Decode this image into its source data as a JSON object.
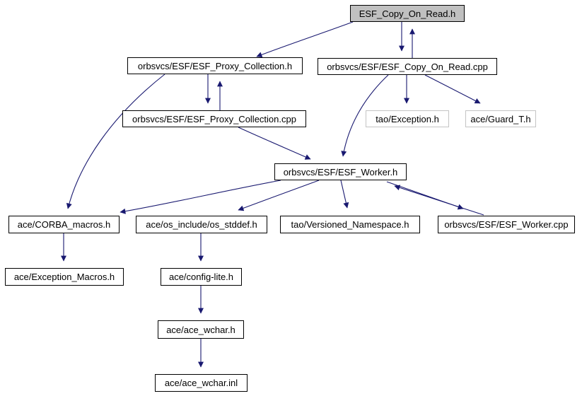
{
  "diagram": {
    "type": "include-dependency-graph",
    "root": "ESF_Copy_On_Read.h",
    "colors": {
      "edge": "#191970",
      "node_border": "#000000",
      "external_node_border": "#c4c4c4",
      "root_fill": "#c0c0c0",
      "background": "#ffffff",
      "text": "#000000"
    },
    "nodes": [
      {
        "id": "esf-copy-on-read-h",
        "label": "ESF_Copy_On_Read.h",
        "kind": "root"
      },
      {
        "id": "esf-proxy-collection-h",
        "label": "orbsvcs/ESF/ESF_Proxy_Collection.h",
        "kind": "internal"
      },
      {
        "id": "esf-copy-on-read-cpp",
        "label": "orbsvcs/ESF/ESF_Copy_On_Read.cpp",
        "kind": "internal"
      },
      {
        "id": "esf-proxy-collection-cpp",
        "label": "orbsvcs/ESF/ESF_Proxy_Collection.cpp",
        "kind": "internal"
      },
      {
        "id": "tao-exception-h",
        "label": "tao/Exception.h",
        "kind": "external"
      },
      {
        "id": "ace-guard-t-h",
        "label": "ace/Guard_T.h",
        "kind": "external"
      },
      {
        "id": "esf-worker-h",
        "label": "orbsvcs/ESF/ESF_Worker.h",
        "kind": "internal"
      },
      {
        "id": "ace-corba-macros-h",
        "label": "ace/CORBA_macros.h",
        "kind": "internal"
      },
      {
        "id": "ace-os-stddef-h",
        "label": "ace/os_include/os_stddef.h",
        "kind": "internal"
      },
      {
        "id": "tao-versioned-namespace-h",
        "label": "tao/Versioned_Namespace.h",
        "kind": "internal"
      },
      {
        "id": "esf-worker-cpp",
        "label": "orbsvcs/ESF/ESF_Worker.cpp",
        "kind": "internal"
      },
      {
        "id": "ace-exception-macros-h",
        "label": "ace/Exception_Macros.h",
        "kind": "internal"
      },
      {
        "id": "ace-config-lite-h",
        "label": "ace/config-lite.h",
        "kind": "internal"
      },
      {
        "id": "ace-ace-wchar-h",
        "label": "ace/ace_wchar.h",
        "kind": "internal"
      },
      {
        "id": "ace-ace-wchar-inl",
        "label": "ace/ace_wchar.inl",
        "kind": "internal"
      }
    ],
    "edges": [
      {
        "from": "ESF_Copy_On_Read.h",
        "to": "orbsvcs/ESF/ESF_Proxy_Collection.h"
      },
      {
        "from": "ESF_Copy_On_Read.h",
        "to": "orbsvcs/ESF/ESF_Copy_On_Read.cpp"
      },
      {
        "from": "orbsvcs/ESF/ESF_Copy_On_Read.cpp",
        "to": "ESF_Copy_On_Read.h"
      },
      {
        "from": "orbsvcs/ESF/ESF_Proxy_Collection.h",
        "to": "orbsvcs/ESF/ESF_Proxy_Collection.cpp"
      },
      {
        "from": "orbsvcs/ESF/ESF_Proxy_Collection.cpp",
        "to": "orbsvcs/ESF/ESF_Proxy_Collection.h"
      },
      {
        "from": "orbsvcs/ESF/ESF_Proxy_Collection.h",
        "to": "ace/CORBA_macros.h"
      },
      {
        "from": "orbsvcs/ESF/ESF_Copy_On_Read.cpp",
        "to": "tao/Exception.h"
      },
      {
        "from": "orbsvcs/ESF/ESF_Copy_On_Read.cpp",
        "to": "ace/Guard_T.h"
      },
      {
        "from": "orbsvcs/ESF/ESF_Copy_On_Read.cpp",
        "to": "orbsvcs/ESF/ESF_Worker.h"
      },
      {
        "from": "orbsvcs/ESF/ESF_Proxy_Collection.cpp",
        "to": "orbsvcs/ESF/ESF_Worker.h"
      },
      {
        "from": "orbsvcs/ESF/ESF_Worker.h",
        "to": "ace/CORBA_macros.h"
      },
      {
        "from": "orbsvcs/ESF/ESF_Worker.h",
        "to": "ace/os_include/os_stddef.h"
      },
      {
        "from": "orbsvcs/ESF/ESF_Worker.h",
        "to": "tao/Versioned_Namespace.h"
      },
      {
        "from": "orbsvcs/ESF/ESF_Worker.h",
        "to": "orbsvcs/ESF/ESF_Worker.cpp"
      },
      {
        "from": "orbsvcs/ESF/ESF_Worker.cpp",
        "to": "orbsvcs/ESF/ESF_Worker.h"
      },
      {
        "from": "ace/CORBA_macros.h",
        "to": "ace/Exception_Macros.h"
      },
      {
        "from": "ace/os_include/os_stddef.h",
        "to": "ace/config-lite.h"
      },
      {
        "from": "ace/config-lite.h",
        "to": "ace/ace_wchar.h"
      },
      {
        "from": "ace/ace_wchar.h",
        "to": "ace/ace_wchar.inl"
      }
    ]
  }
}
